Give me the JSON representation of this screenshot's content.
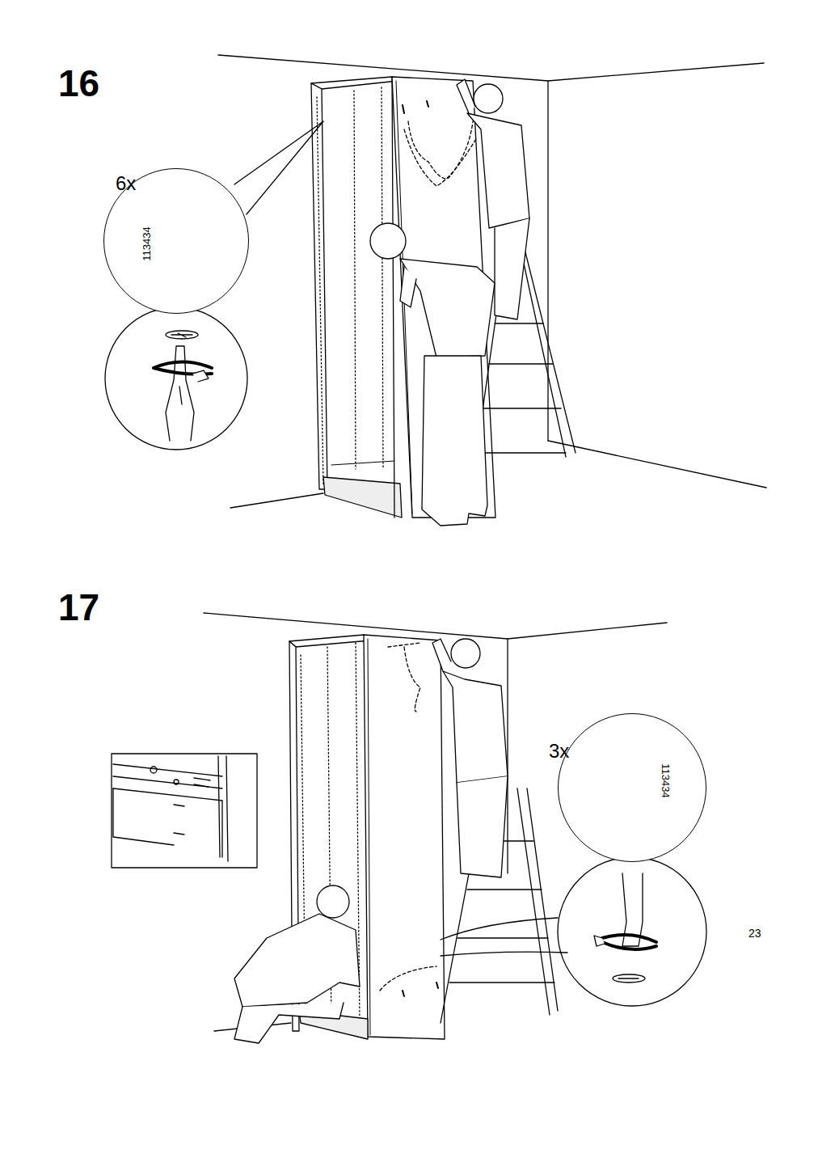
{
  "diagram": {
    "nodes": [
      {
        "text": [
          "6x",
          "113434"
        ]
      },
      {
        "text": [
          "3x",
          "113434"
        ]
      }
    ],
    "labels": [
      "16",
      "17",
      "23"
    ]
  }
}
